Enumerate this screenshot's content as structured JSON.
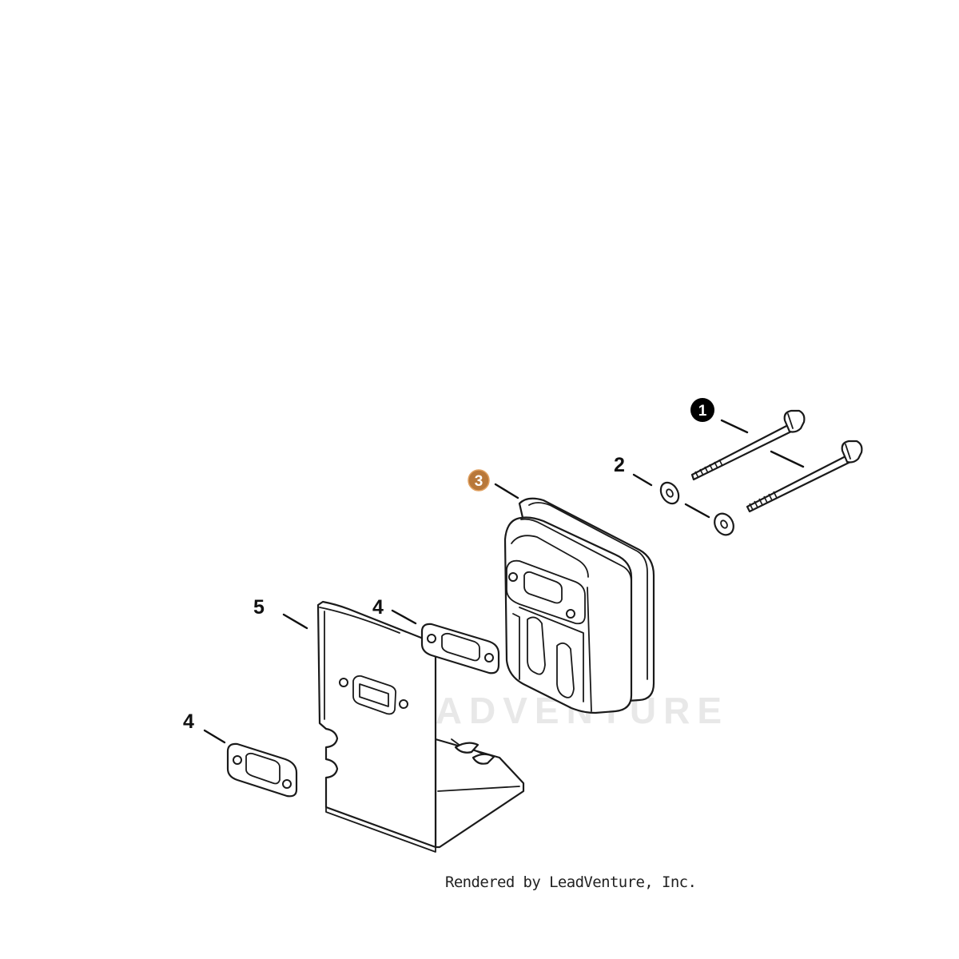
{
  "diagram": {
    "watermark": "LEADVENTURE",
    "callouts": [
      {
        "label": "1",
        "style": "filled-circle",
        "color": "#000000"
      },
      {
        "label": "2",
        "style": "plain"
      },
      {
        "label": "3",
        "style": "filled-circle",
        "color": "#b8783a"
      },
      {
        "label": "4",
        "style": "plain"
      },
      {
        "label": "4",
        "style": "plain"
      },
      {
        "label": "5",
        "style": "plain"
      }
    ]
  },
  "footer": {
    "credit": "Rendered by LeadVenture, Inc."
  }
}
